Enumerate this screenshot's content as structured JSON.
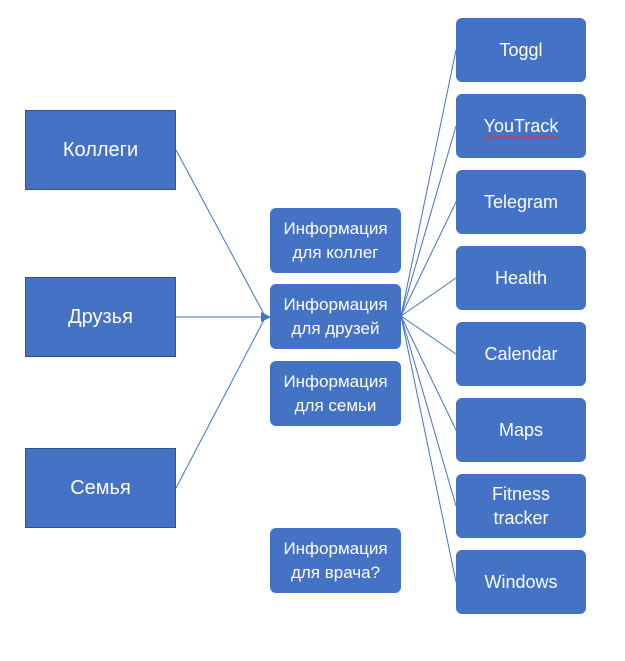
{
  "sources": [
    {
      "id": "kollegi",
      "label": "Коллеги"
    },
    {
      "id": "druzya",
      "label": "Друзья"
    },
    {
      "id": "semya",
      "label": "Семья"
    }
  ],
  "info_blocks": [
    {
      "id": "info-colleagues",
      "label": "Информация\nдля коллег"
    },
    {
      "id": "info-friends",
      "label": "Информация\nдля друзей"
    },
    {
      "id": "info-family",
      "label": "Информация\nдля семьи"
    },
    {
      "id": "info-doctor",
      "label": "Информация\nдля врача?"
    }
  ],
  "apps": [
    {
      "id": "toggl",
      "label": "Toggl"
    },
    {
      "id": "youtrack",
      "label": "YouTrack"
    },
    {
      "id": "telegram",
      "label": "Telegram"
    },
    {
      "id": "health",
      "label": "Health"
    },
    {
      "id": "calendar",
      "label": "Calendar"
    },
    {
      "id": "maps",
      "label": "Maps"
    },
    {
      "id": "fitness-tracker",
      "label": "Fitness\ntracker"
    },
    {
      "id": "windows",
      "label": "Windows"
    }
  ],
  "colors": {
    "node_fill": "#4472c4",
    "node_border": "#2f528f",
    "link": "#4472c4",
    "spellcheck_underline": "#e03030"
  }
}
